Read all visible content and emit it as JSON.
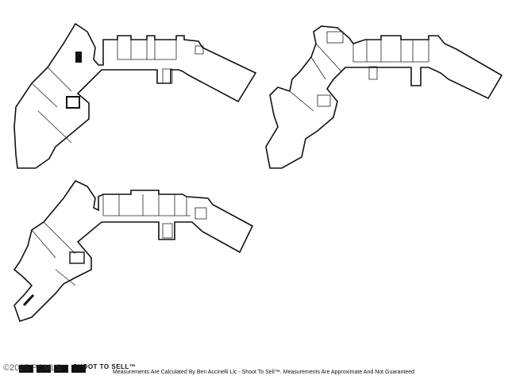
{
  "footer": {
    "brand": "SHOOT TO SELL™",
    "watermark": "©2025 PCMLS",
    "disclaimer": "Measurements Are Calculated By Ben Accinelli Llc - Shoot To Sell™. Measurements Are Approximate And Not Guaranteed"
  }
}
